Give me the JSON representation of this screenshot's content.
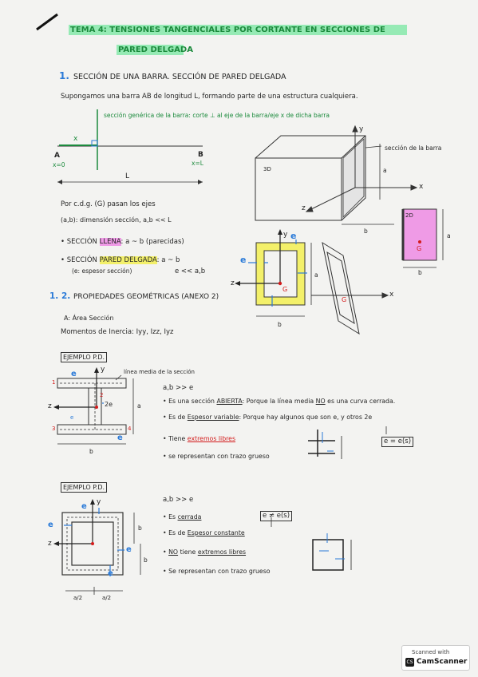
{
  "title": {
    "line1": "TEMA 4: TENSIONES TANGENCIALES POR CORTANTE EN SECCIONES DE",
    "line2": "PARED DELGADA"
  },
  "section1": {
    "num": "1.",
    "heading": "SECCIÓN DE UNA BARRA. SECCIÓN DE PARED DELGADA",
    "intro": "Supongamos una barra AB de longitud L, formando parte de una estructura cualquiera.",
    "bar_note": "sección genérica de la barra: corte ⊥ al eje de la barra/eje x de dicha barra",
    "bar": {
      "a": "A",
      "b": "B",
      "x": "x",
      "x0": "x=0",
      "xL": "x=L",
      "L": "L"
    },
    "cdg": "Por c.d.g. (G) pasan los ejes",
    "dims": "(a,b): dimensión sección, a,b << L",
    "llena_prefix": "• SECCIÓN",
    "llena": "LLENA",
    "llena_suffix": ": a ~ b (parecidas)",
    "pd_prefix": "• SECCIÓN",
    "pd": "PARED DELGADA",
    "pd_suffix": ": a ~ b",
    "espesor": "(e: espesor sección)",
    "ecc": "e << a,b"
  },
  "box3d": {
    "label_3d": "3D",
    "seccion": "sección de la barra",
    "y": "y",
    "z": "z",
    "x": "x",
    "a": "a",
    "b": "b"
  },
  "box2d": {
    "label_2d": "2D",
    "g": "G",
    "a": "a",
    "b": "b"
  },
  "hollow": {
    "e1": "e",
    "e2": "e",
    "y": "y",
    "z": "z",
    "g": "G",
    "a": "a",
    "b": "b",
    "x": "x",
    "g2": "G"
  },
  "section12": {
    "num": "1. 2.",
    "heading": "PROPIEDADES GEOMÉTRICAS (ANEXO 2)",
    "area": "A: Área Sección",
    "inercia": "Momentos de Inercia: Iyy, Izz, Iyz"
  },
  "ejemplo1": {
    "tag": "EJEMPLO P.D.",
    "linea": "línea media de la sección",
    "labels": {
      "e": "e",
      "y": "y",
      "z": "z",
      "a": "a",
      "b": "b",
      "ze": "2e",
      "e2": "e",
      "e3": "e",
      "n1": "1",
      "n2": "2",
      "n3": "3",
      "n4": "4"
    },
    "ab": "a,b >> e",
    "b1_pre": "• Es una sección",
    "b1_hl": "ABIERTA",
    "b1_mid": ": Porque la línea media",
    "b1_no": "NO",
    "b1_post": "es una curva cerrada.",
    "b2_pre": "• Es de",
    "b2_hl": "Espesor variable",
    "b2_post": ": Porque hay algunos que son e, y otros 2e",
    "b3_pre": "• Tiene",
    "b3_hl": "extremos libres",
    "b4": "• se representan con trazo grueso",
    "formula": "e = e(s)"
  },
  "ejemplo2": {
    "tag": "EJEMPLO P.D.",
    "labels": {
      "e1": "e",
      "e2": "e",
      "e3": "e",
      "e4": "e",
      "y": "y",
      "z": "z",
      "b1": "b",
      "b2": "b",
      "h1": "a/2",
      "h2": "a/2"
    },
    "ab": "a,b >> e",
    "b1_pre": "• Es",
    "b1_hl": "cerrada",
    "formula": "e ≠ e(s)",
    "b2_pre": "• Es de",
    "b2_hl": "Espesor constante",
    "b3_pre": "•",
    "b3_no": "NO",
    "b3_mid": "tiene",
    "b3_hl": "extremos libres",
    "b4": "• Se representan con trazo grueso"
  },
  "scanner": {
    "top": "Scanned with",
    "brand": "CamScanner"
  }
}
